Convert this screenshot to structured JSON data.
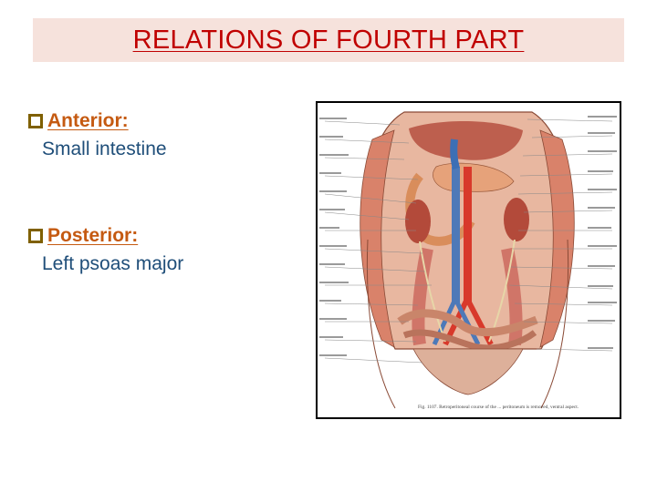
{
  "slide": {
    "title": "RELATIONS OF FOURTH PART",
    "items": [
      {
        "label": "Anterior:",
        "detail": "Small intestine"
      },
      {
        "label": "Posterior:",
        "detail": "Left psoas major"
      }
    ],
    "figure": {
      "caption": "Fig. 1107.  Retroperitoneal course of the ... peritoneum is removed, ventral aspect."
    }
  },
  "colors": {
    "title": "#c00000",
    "title_background": "#f6e2dc",
    "bullet_label": "#c55a11",
    "bullet_icon": "#7f6000",
    "detail_text": "#1f4e79"
  },
  "icons": {
    "bullet": "checkbox-square-icon"
  }
}
